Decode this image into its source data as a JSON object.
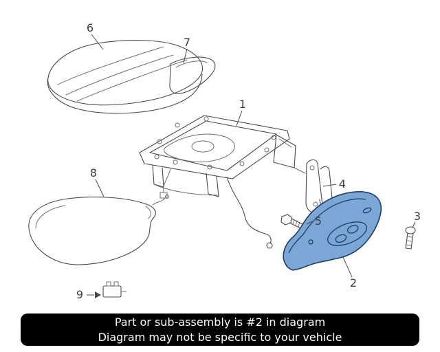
{
  "diagram": {
    "highlighted_callout": "2",
    "callouts": [
      {
        "label": "1"
      },
      {
        "label": "2"
      },
      {
        "label": "3"
      },
      {
        "label": "4"
      },
      {
        "label": "5"
      },
      {
        "label": "6"
      },
      {
        "label": "7"
      },
      {
        "label": "8"
      },
      {
        "label": "9"
      }
    ]
  },
  "banner": {
    "line1": "Part or sub-assembly is #2 in diagram",
    "line2": "Diagram may not be specific to your vehicle"
  },
  "colors": {
    "highlight_fill": "#7ba7d7",
    "highlight_stroke": "#1d3c63",
    "line_art": "#4a4a4a",
    "banner_bg": "#000000",
    "banner_text": "#ffffff"
  }
}
